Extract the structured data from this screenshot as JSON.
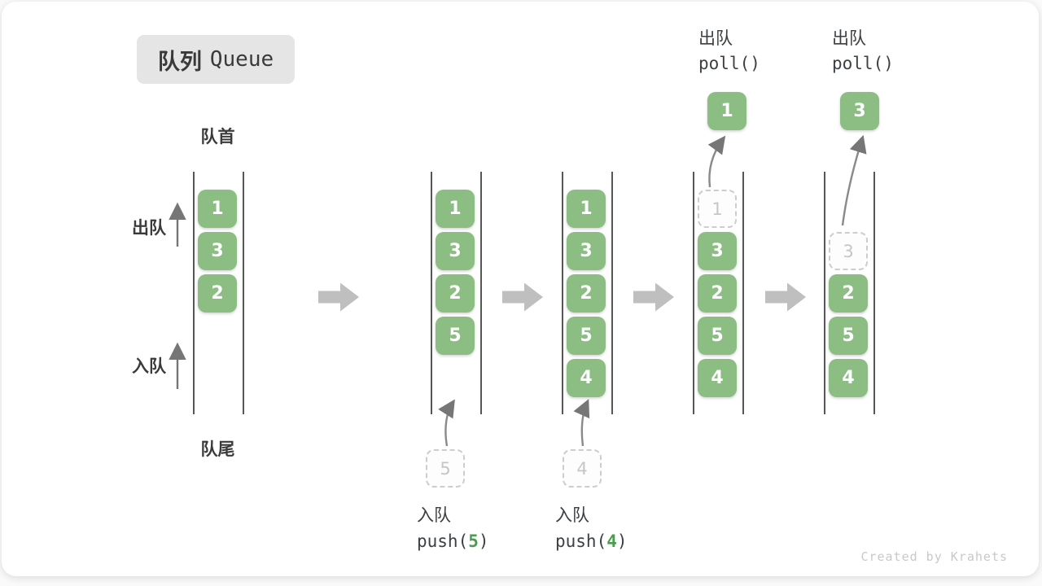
{
  "title": {
    "zh": "队列",
    "en": "Queue"
  },
  "labels": {
    "front": "队首",
    "rear": "队尾",
    "side_dequeue": "出队",
    "side_enqueue": "入队"
  },
  "ops": {
    "push5": {
      "label": "入队",
      "fn": "push(",
      "arg": "5",
      "close": ")"
    },
    "push4": {
      "label": "入队",
      "fn": "push(",
      "arg": "4",
      "close": ")"
    },
    "poll1": {
      "label": "出队",
      "fn": "poll()"
    },
    "poll2": {
      "label": "出队",
      "fn": "poll()"
    }
  },
  "stages": [
    {
      "rows": [
        "1",
        "3",
        "2"
      ]
    },
    {
      "rows": [
        "1",
        "3",
        "2",
        "5"
      ],
      "ghost": "5"
    },
    {
      "rows": [
        "1",
        "3",
        "2",
        "5",
        "4"
      ],
      "ghost": "4"
    },
    {
      "ghost_top": "1",
      "rows": [
        "3",
        "2",
        "5",
        "4"
      ],
      "popped": "1"
    },
    {
      "ghost_top": "3",
      "rows": [
        "2",
        "5",
        "4"
      ],
      "popped": "3"
    }
  ],
  "watermark": "Created by Krahets",
  "colors": {
    "box_green": "#8cbe84",
    "code_number_green": "#4a9d4f",
    "block_arrow_gray": "#bfbfbf",
    "thin_arrow_gray": "#767676",
    "ghost_gray": "#cdcdcd",
    "text_dark": "#3b3f42",
    "badge_bg": "#e5e5e5"
  }
}
